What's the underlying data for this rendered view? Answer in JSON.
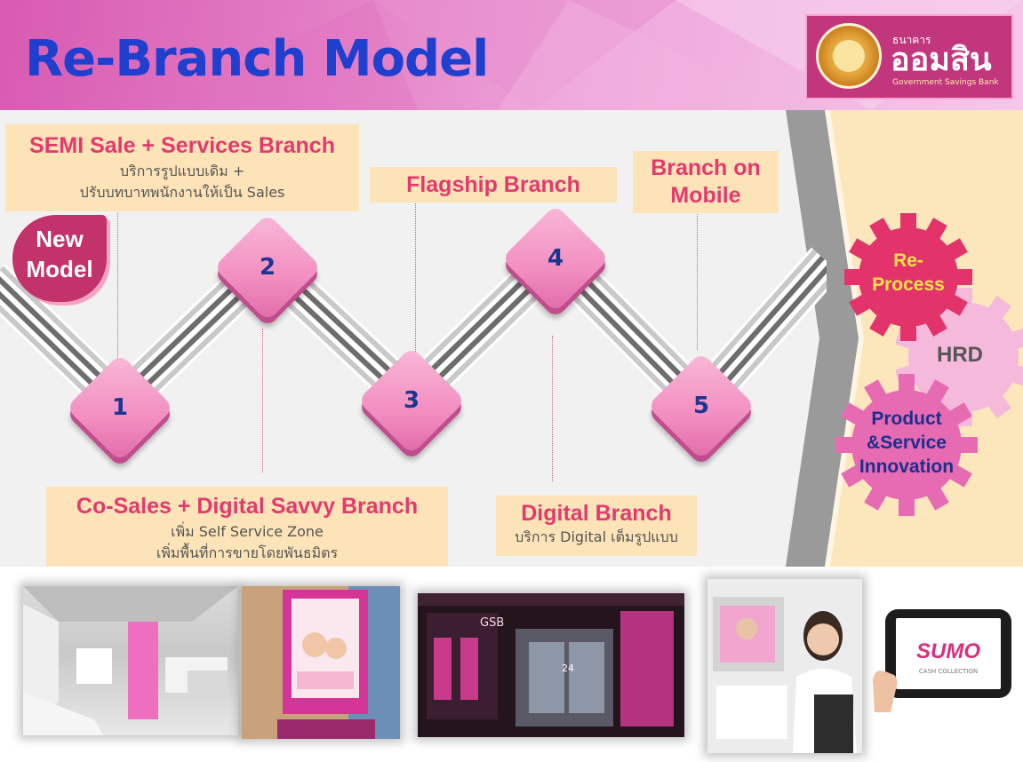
{
  "header": {
    "title": "Re-Branch Model",
    "logo": {
      "small": "ธนาคาร",
      "big": "ออมสิน",
      "english": "Government Savings Bank"
    }
  },
  "badge": {
    "line1": "New",
    "line2": "Model"
  },
  "branches": [
    {
      "number": "1",
      "title": "SEMI Sale + Services Branch",
      "sub1": "บริการรูปแบบเดิม +",
      "sub2": "ปรับบทบาทพนักงานให้เป็น Sales"
    },
    {
      "number": "2",
      "title": "Co-Sales + Digital Savvy Branch",
      "sub1": "เพิ่ม Self Service Zone",
      "sub2": "เพิ่มพื้นที่การขายโดยพันธมิตร"
    },
    {
      "number": "3",
      "title": "Flagship Branch"
    },
    {
      "number": "4",
      "title": "Digital Branch",
      "sub1": "บริการ Digital เต็มรูปแบบ"
    },
    {
      "number": "5",
      "title": "Branch on Mobile",
      "title_line1": "Branch on",
      "title_line2": "Mobile"
    }
  ],
  "gears": {
    "reprocess_line1": "Re-",
    "reprocess_line2": "Process",
    "hrd": "HRD",
    "product_line1": "Product",
    "product_line2": "&Service",
    "product_line3": "Innovation"
  },
  "photos": {
    "tablet_brand": "SUMO",
    "tablet_caption": "CASH COLLECTION",
    "digital_sign": "GSB",
    "digital_small": "24"
  },
  "colors": {
    "title_blue": "#1f3fcf",
    "label_red": "#e23a6e",
    "label_bg": "#fde3b8",
    "diamond_pink": "#f28ec0",
    "number_blue": "#1b3692",
    "gsb_pink": "#c2367e"
  }
}
